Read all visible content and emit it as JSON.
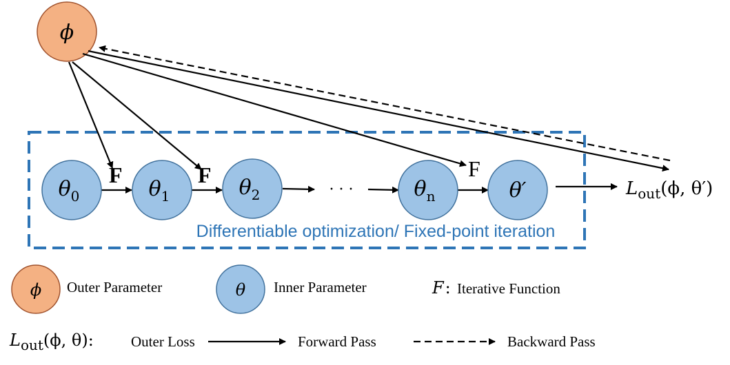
{
  "colors": {
    "outer_fill": "#F4B183",
    "inner_fill": "#9DC3E6",
    "node_stroke": "#41719C",
    "outer_stroke": "#A0522D",
    "box_stroke": "#2E75B6",
    "box_label": "#2E75B6",
    "arrow": "#000000"
  },
  "outer_node": {
    "symbol": "ϕ"
  },
  "inner_nodes": [
    {
      "symbol": "θ",
      "sub": "0"
    },
    {
      "symbol": "θ",
      "sub": "1"
    },
    {
      "symbol": "θ",
      "sub": "2"
    },
    {
      "symbol": "θ",
      "sub": "n"
    },
    {
      "symbol": "θ′",
      "sub": ""
    }
  ],
  "ellipsis": "· · ·",
  "iter_labels": [
    "F",
    "F",
    "F"
  ],
  "box_label": "Differentiable optimization/ Fixed-point iteration",
  "loss": {
    "L": "L",
    "sub": "out",
    "args": "(ϕ, θ′)"
  },
  "legend": {
    "outer": {
      "symbol": "ϕ",
      "text": "Outer Parameter"
    },
    "inner": {
      "symbol": "θ",
      "text": "Inner Parameter"
    },
    "func": {
      "symbol": "F",
      "sep": ":",
      "text": "Iterative Function"
    },
    "loss": {
      "L": "L",
      "sub": "out",
      "args": "(ϕ, θ):",
      "text": "Outer Loss"
    },
    "forward": "Forward Pass",
    "backward": "Backward Pass"
  }
}
